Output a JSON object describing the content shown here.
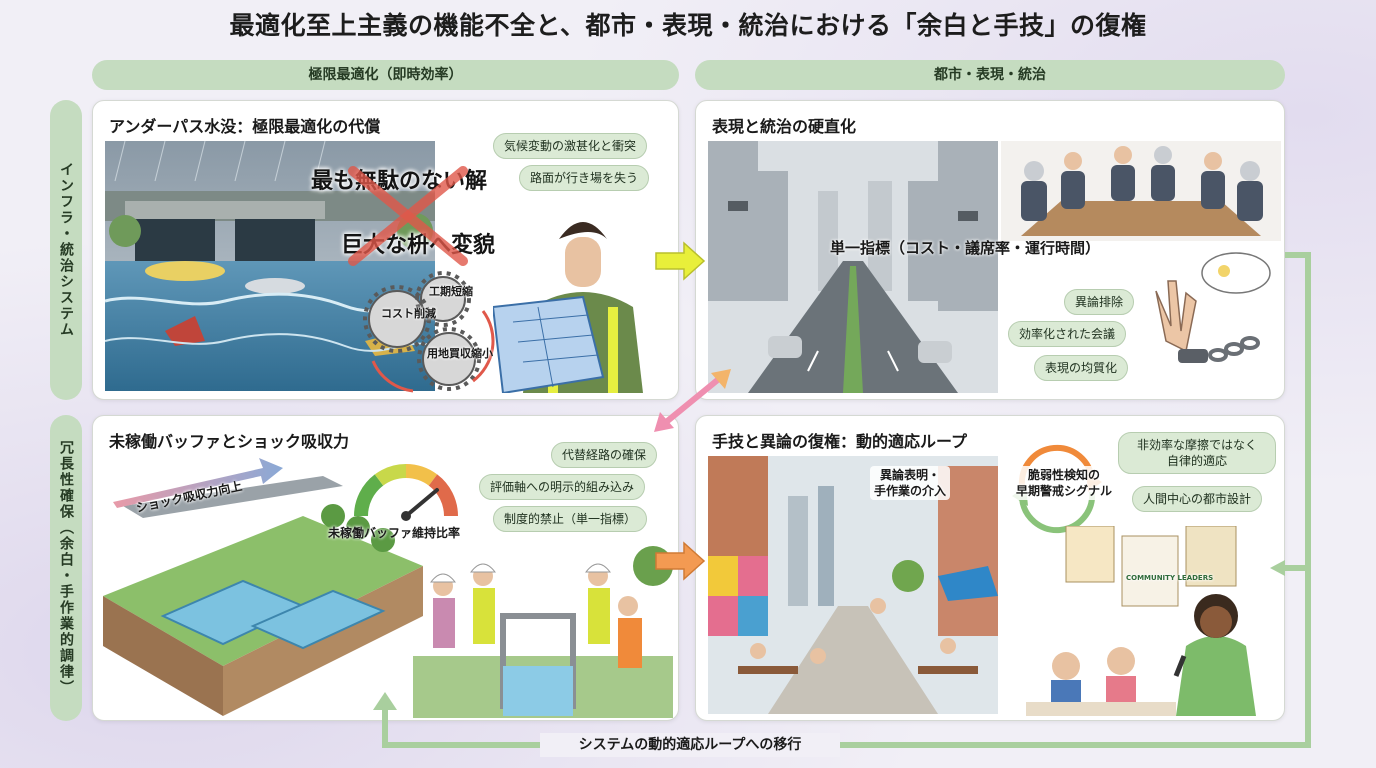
{
  "title": "最適化至上主義の機能不全と、都市・表現・統治における「余白と手技」の復権",
  "column_headers": {
    "left": "極限最適化（即時効率）",
    "right": "都市・表現・統治"
  },
  "row_headers": {
    "top": "インフラ・統治システム",
    "bottom": "冗長性確保（余白・手作業的調律）"
  },
  "panels": {
    "underpass": {
      "title": "アンダーパス水没：極限最適化の代償",
      "pills": [
        "気候変動の激甚化と衝突",
        "路面が行き場を失う"
      ],
      "big_text_1": "最も無駄のない解",
      "big_text_2": "巨大な枡へ変貌",
      "gears": [
        "コスト削減",
        "工期短縮",
        "用地買収縮小"
      ]
    },
    "rigidity": {
      "title": "表現と統治の硬直化",
      "overlay_text": "単一指標（コスト・議席率・運行時間）",
      "pills": [
        "異論排除",
        "効率化された会議",
        "表現の均質化"
      ]
    },
    "buffer": {
      "title": "未稼働バッファとショック吸収力",
      "arrow_label": "ショック吸収力向上",
      "gauge_label": "未稼働バッファ維持比率",
      "pills": [
        "代替経路の確保",
        "評価軸への明示的組み込み",
        "制度的禁止（単一指標）"
      ]
    },
    "restoration": {
      "title": "手技と異論の復権：動的適応ループ",
      "label_intervention": "異論表明・\n手作業の介入",
      "label_signal": "脆弱性検知の\n早期警戒シグナル",
      "pills": [
        "非効率な摩擦ではなく\n自律的適応",
        "人間中心の都市設計"
      ],
      "poster_text": "COMMUNITY LEADERS"
    }
  },
  "footer": "システムの動的適応ループへの移行",
  "colors": {
    "header_green": "#c5dcc0",
    "pill_green": "#dbead5",
    "arrow_yellow": "#e8ef3a",
    "arrow_orange": "#f39a52",
    "arrow_pink": "#ef8fb0",
    "loop_green": "#a9cf9e"
  }
}
